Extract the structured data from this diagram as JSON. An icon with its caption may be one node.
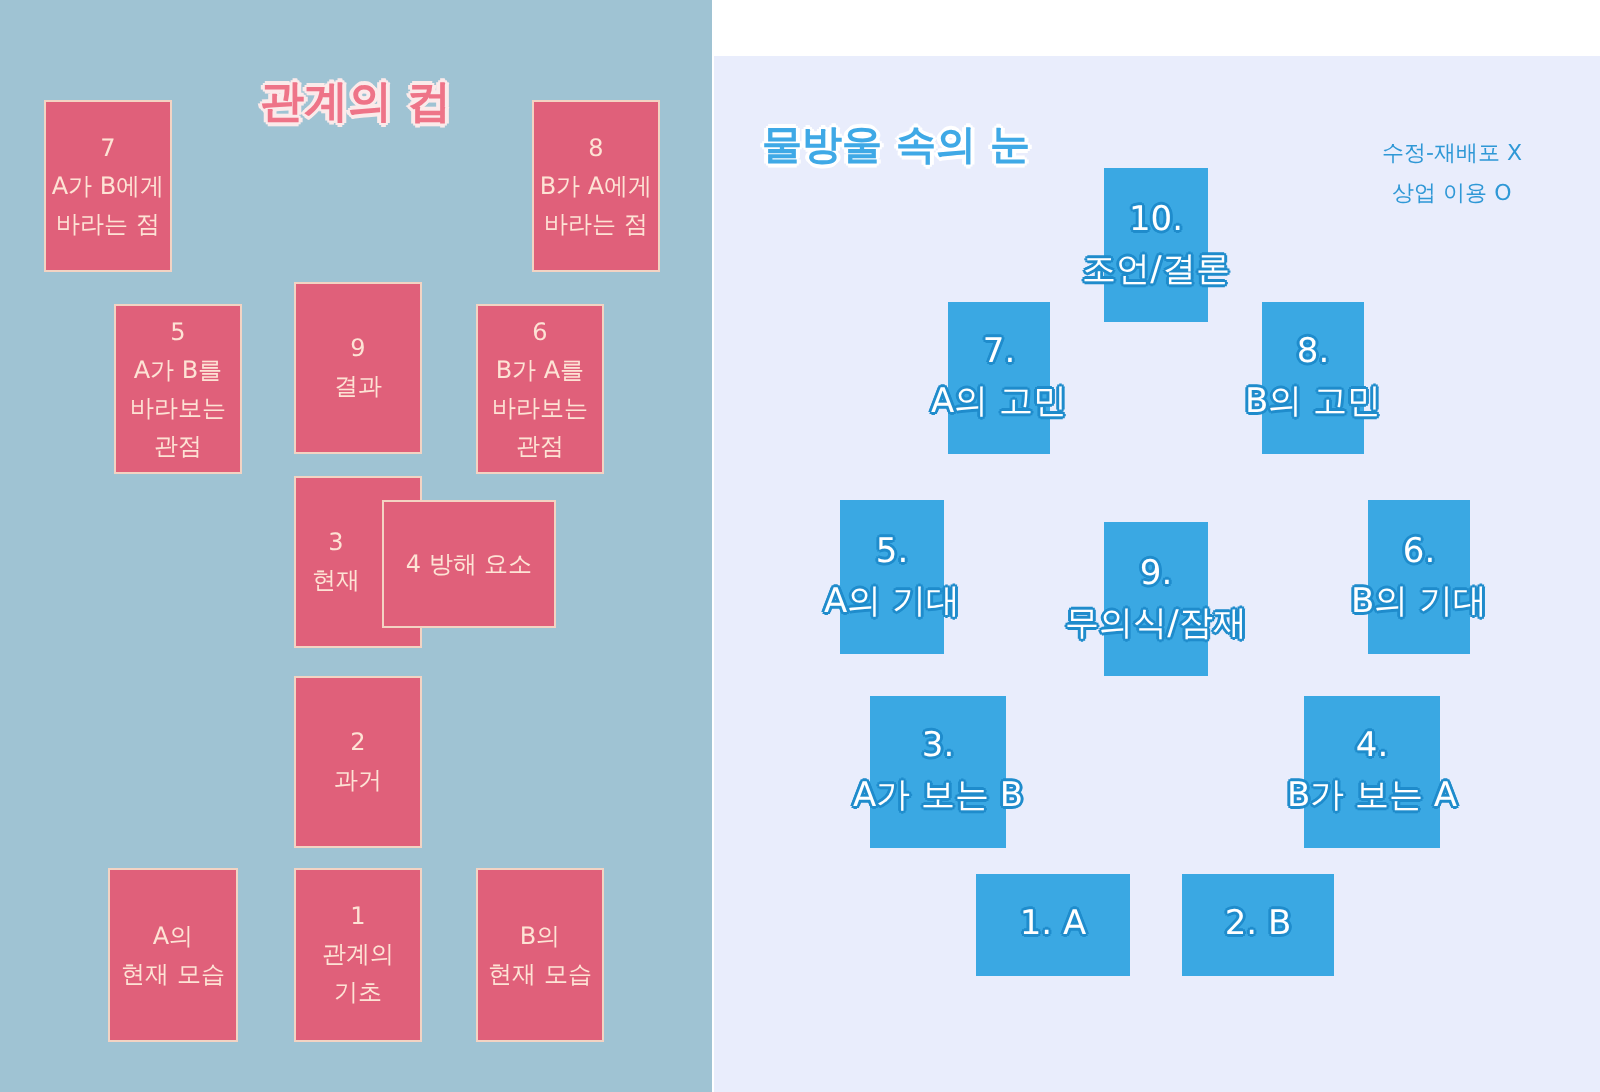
{
  "diagram": {
    "nodes": [
      {
        "text": [
          "관계의 컵"
        ]
      },
      {
        "text": [
          "7",
          "A가 B에게 바라는 점"
        ],
        "in": 0
      },
      {
        "text": [
          "8",
          "B가 A에게 바라는 점"
        ],
        "in": 0
      },
      {
        "text": [
          "5",
          "A가 B를 바라보는 관점"
        ],
        "in": 0
      },
      {
        "text": [
          "9",
          "결과"
        ],
        "in": 0
      },
      {
        "text": [
          "6",
          "B가 A를 바라보는 관점"
        ],
        "in": 0
      },
      {
        "text": [
          "3",
          "현재"
        ],
        "in": 0
      },
      {
        "text": [
          "4 방해 요소"
        ],
        "in": 0
      },
      {
        "text": [
          "2",
          "과거"
        ],
        "in": 0
      },
      {
        "text": [
          "A의 현재 모습"
        ],
        "in": 0
      },
      {
        "text": [
          "1",
          "관계의 기초"
        ],
        "in": 0
      },
      {
        "text": [
          "B의 현재 모습"
        ],
        "in": 0
      },
      {
        "text": [
          "물방울 속의 눈"
        ]
      },
      {
        "text": [
          "10.",
          "조언/결론"
        ],
        "in": 12
      },
      {
        "text": [
          "7.",
          "A의 고민"
        ],
        "in": 12
      },
      {
        "text": [
          "8.",
          "B의 고민"
        ],
        "in": 12
      },
      {
        "text": [
          "5.",
          "A의 기대"
        ],
        "in": 12
      },
      {
        "text": [
          "9.",
          "무의식/잠재"
        ],
        "in": 12
      },
      {
        "text": [
          "6.",
          "B의 기대"
        ],
        "in": 12
      },
      {
        "text": [
          "3.",
          "A가 보는 B"
        ],
        "in": 12
      },
      {
        "text": [
          "4.",
          "B가 보는 A"
        ],
        "in": 12
      },
      {
        "text": [
          "1. A"
        ],
        "in": 12
      },
      {
        "text": [
          "2. B"
        ],
        "in": 12
      }
    ],
    "labels": [
      "수정-재배포 X",
      "상업 이용 O"
    ]
  }
}
